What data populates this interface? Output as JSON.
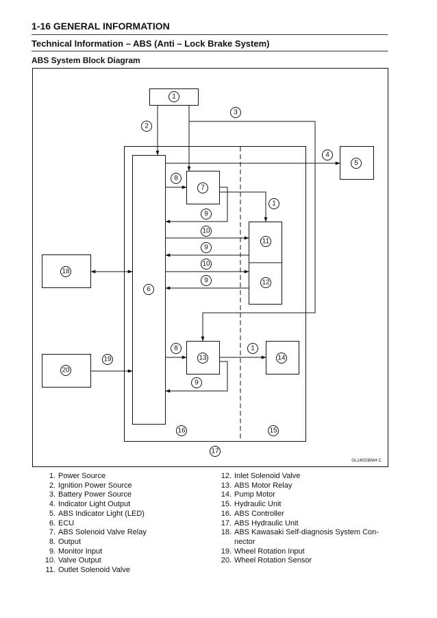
{
  "header": {
    "title": "1-16 GENERAL INFORMATION",
    "subtitle": "Technical Information – ABS (Anti – Lock Brake System)",
    "section": "ABS System Block Diagram"
  },
  "diagram": {
    "code": "GL14020BW4 C",
    "callouts": [
      "1",
      "2",
      "3",
      "4",
      "5",
      "6",
      "7",
      "8",
      "9",
      "10",
      "11",
      "12",
      "13",
      "14",
      "15",
      "16",
      "17",
      "18",
      "19",
      "20"
    ]
  },
  "legend": {
    "left": [
      {
        "num": "1.",
        "text": "Power Source"
      },
      {
        "num": "2.",
        "text": "Ignition Power Source"
      },
      {
        "num": "3.",
        "text": "Battery Power Source"
      },
      {
        "num": "4.",
        "text": "Indicator Light Output"
      },
      {
        "num": "5.",
        "text": "ABS Indicator Light (LED)"
      },
      {
        "num": "6.",
        "text": "ECU"
      },
      {
        "num": "7.",
        "text": "ABS Solenoid Valve Relay"
      },
      {
        "num": "8.",
        "text": "Output"
      },
      {
        "num": "9.",
        "text": "Monitor Input"
      },
      {
        "num": "10.",
        "text": "Valve Output"
      },
      {
        "num": "11.",
        "text": "Outlet Solenoid Valve"
      }
    ],
    "right": [
      {
        "num": "12.",
        "text": "Inlet Solenoid Valve"
      },
      {
        "num": "13.",
        "text": "ABS Motor Relay"
      },
      {
        "num": "14.",
        "text": "Pump Motor"
      },
      {
        "num": "15.",
        "text": "Hydraulic Unit"
      },
      {
        "num": "16.",
        "text": "ABS Controller"
      },
      {
        "num": "17.",
        "text": "ABS Hydraulic Unit"
      },
      {
        "num": "18.",
        "text": "ABS Kawasaki Self-diagnosis System Con-"
      },
      {
        "num": "",
        "text": "nector"
      },
      {
        "num": "19.",
        "text": "Wheel Rotation Input"
      },
      {
        "num": "20.",
        "text": "Wheel Rotation Sensor"
      }
    ]
  }
}
